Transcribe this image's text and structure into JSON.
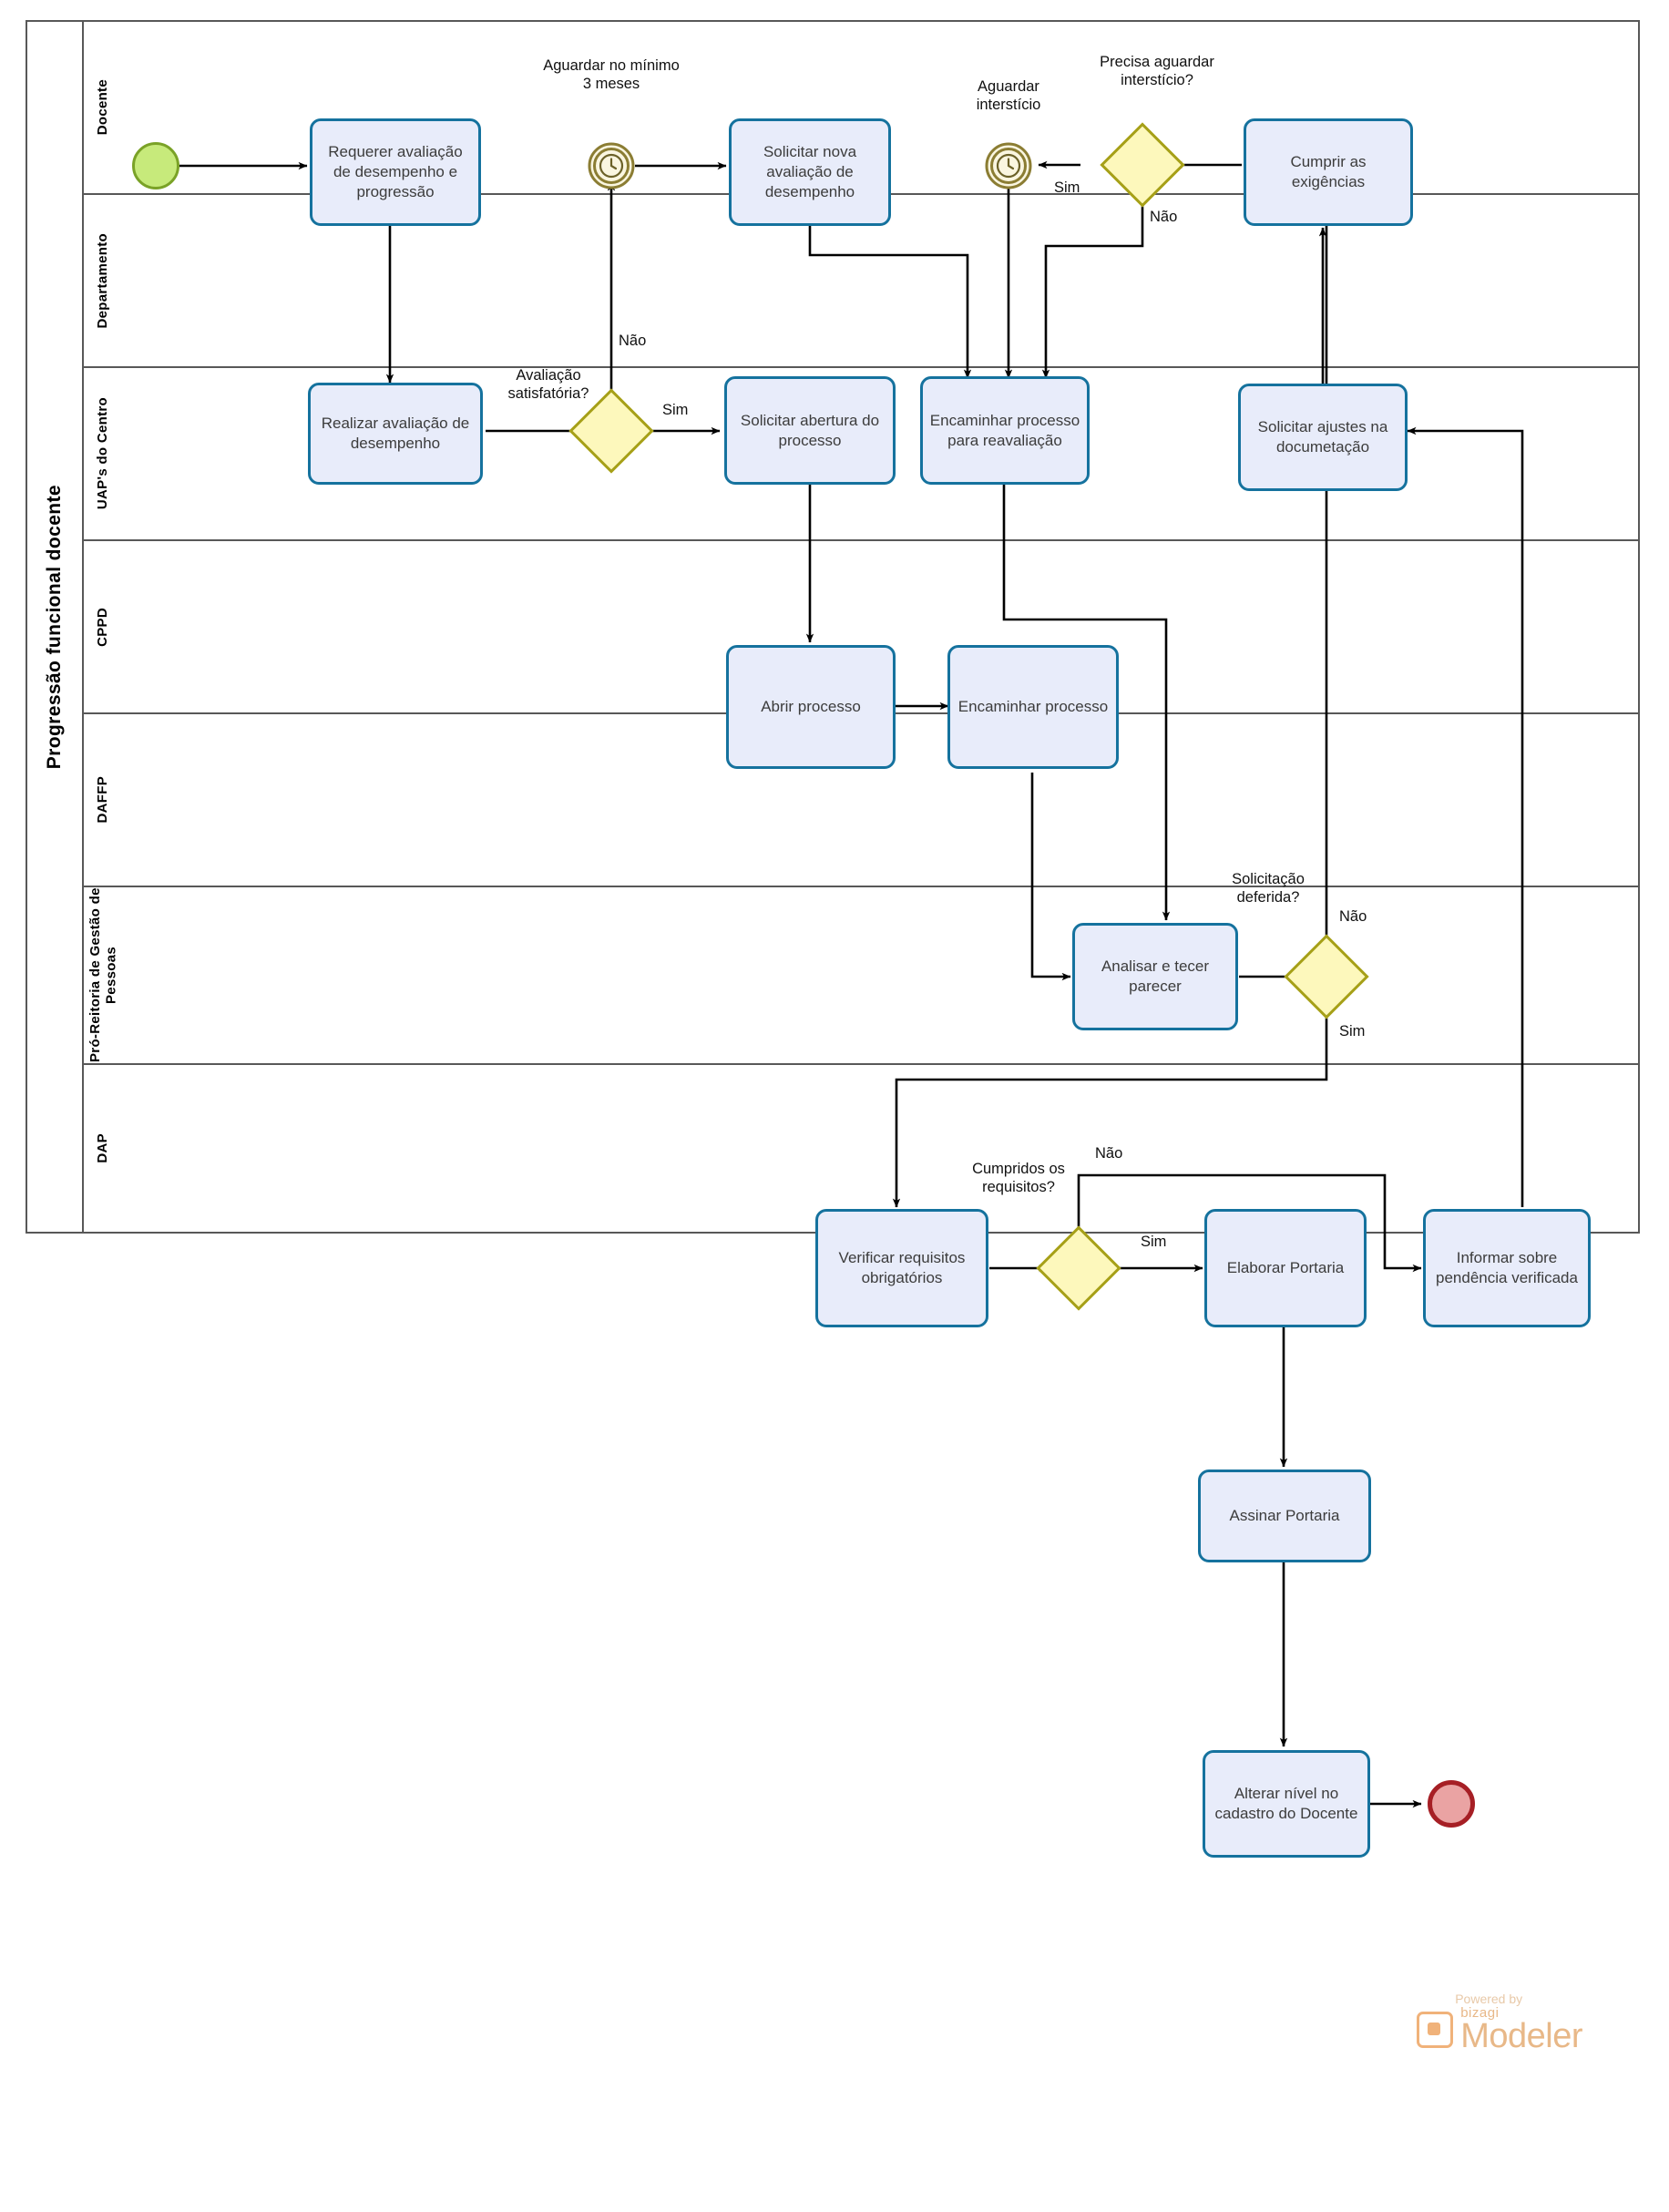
{
  "pool": {
    "title": "Progressão funcional docente"
  },
  "lanes": [
    {
      "id": "docente",
      "label": "Docente"
    },
    {
      "id": "departamento",
      "label": "Departamento"
    },
    {
      "id": "uaps",
      "label": "UAP's do Centro"
    },
    {
      "id": "cppd",
      "label": "CPPD"
    },
    {
      "id": "daffp",
      "label": "DAFFP"
    },
    {
      "id": "progep",
      "label": "Pró-Reitoria de Gestão de Pessoas"
    },
    {
      "id": "dap",
      "label": "DAP"
    }
  ],
  "tasks": {
    "requerer_avaliacao": "Requerer avaliação de desempenho e progressão",
    "solicitar_nova_avaliacao": "Solicitar nova avaliação de desempenho",
    "cumprir_exigencias": "Cumprir as exigências",
    "realizar_avaliacao": "Realizar avaliação de desempenho",
    "solicitar_abertura": "Solicitar abertura do processo",
    "encaminhar_reavaliacao": "Encaminhar processo para reavaliação",
    "solicitar_ajustes": "Solicitar ajustes na documetação",
    "abrir_processo": "Abrir processo",
    "encaminhar_processo": "Encaminhar processo",
    "analisar_parecer": "Analisar e tecer parecer",
    "verificar_requisitos": "Verificar requisitos obrigatórios",
    "elaborar_portaria": "Elaborar Portaria",
    "informar_pendencia": "Informar sobre pendência verificada",
    "assinar_portaria": "Assinar Portaria",
    "alterar_nivel": "Alterar nível no cadastro do Docente"
  },
  "events": {
    "start": "start-event",
    "timer_3_meses_label": "Aguardar no mínimo 3 meses",
    "timer_intersticio_label": "Aguardar interstício",
    "end": "end-event"
  },
  "gateways": {
    "avaliacao_satisfatoria": "Avaliação satisfatória?",
    "precisa_intersticio": "Precisa aguardar interstício?",
    "solicitacao_deferida": "Solicitação deferida?",
    "cumpridos_requisitos": "Cumpridos os requisitos?"
  },
  "flow_labels": {
    "sim": "Sim",
    "nao": "Não"
  },
  "watermark": {
    "powered_by": "Powered by",
    "brand": "bizagi",
    "product": "Modeler"
  },
  "colors": {
    "task_fill": "#e8ecfa",
    "task_stroke": "#15729e",
    "gateway_fill": "#fdf8bc",
    "gateway_stroke": "#a6a018",
    "start_fill": "#c7ea7b",
    "start_stroke": "#7aa227",
    "end_fill": "#eaa3a3",
    "end_stroke": "#a61f25",
    "timer_stroke": "#8b7d33",
    "lane_border": "#585858",
    "flow_stroke": "#000000",
    "watermark": "#e8b888"
  }
}
